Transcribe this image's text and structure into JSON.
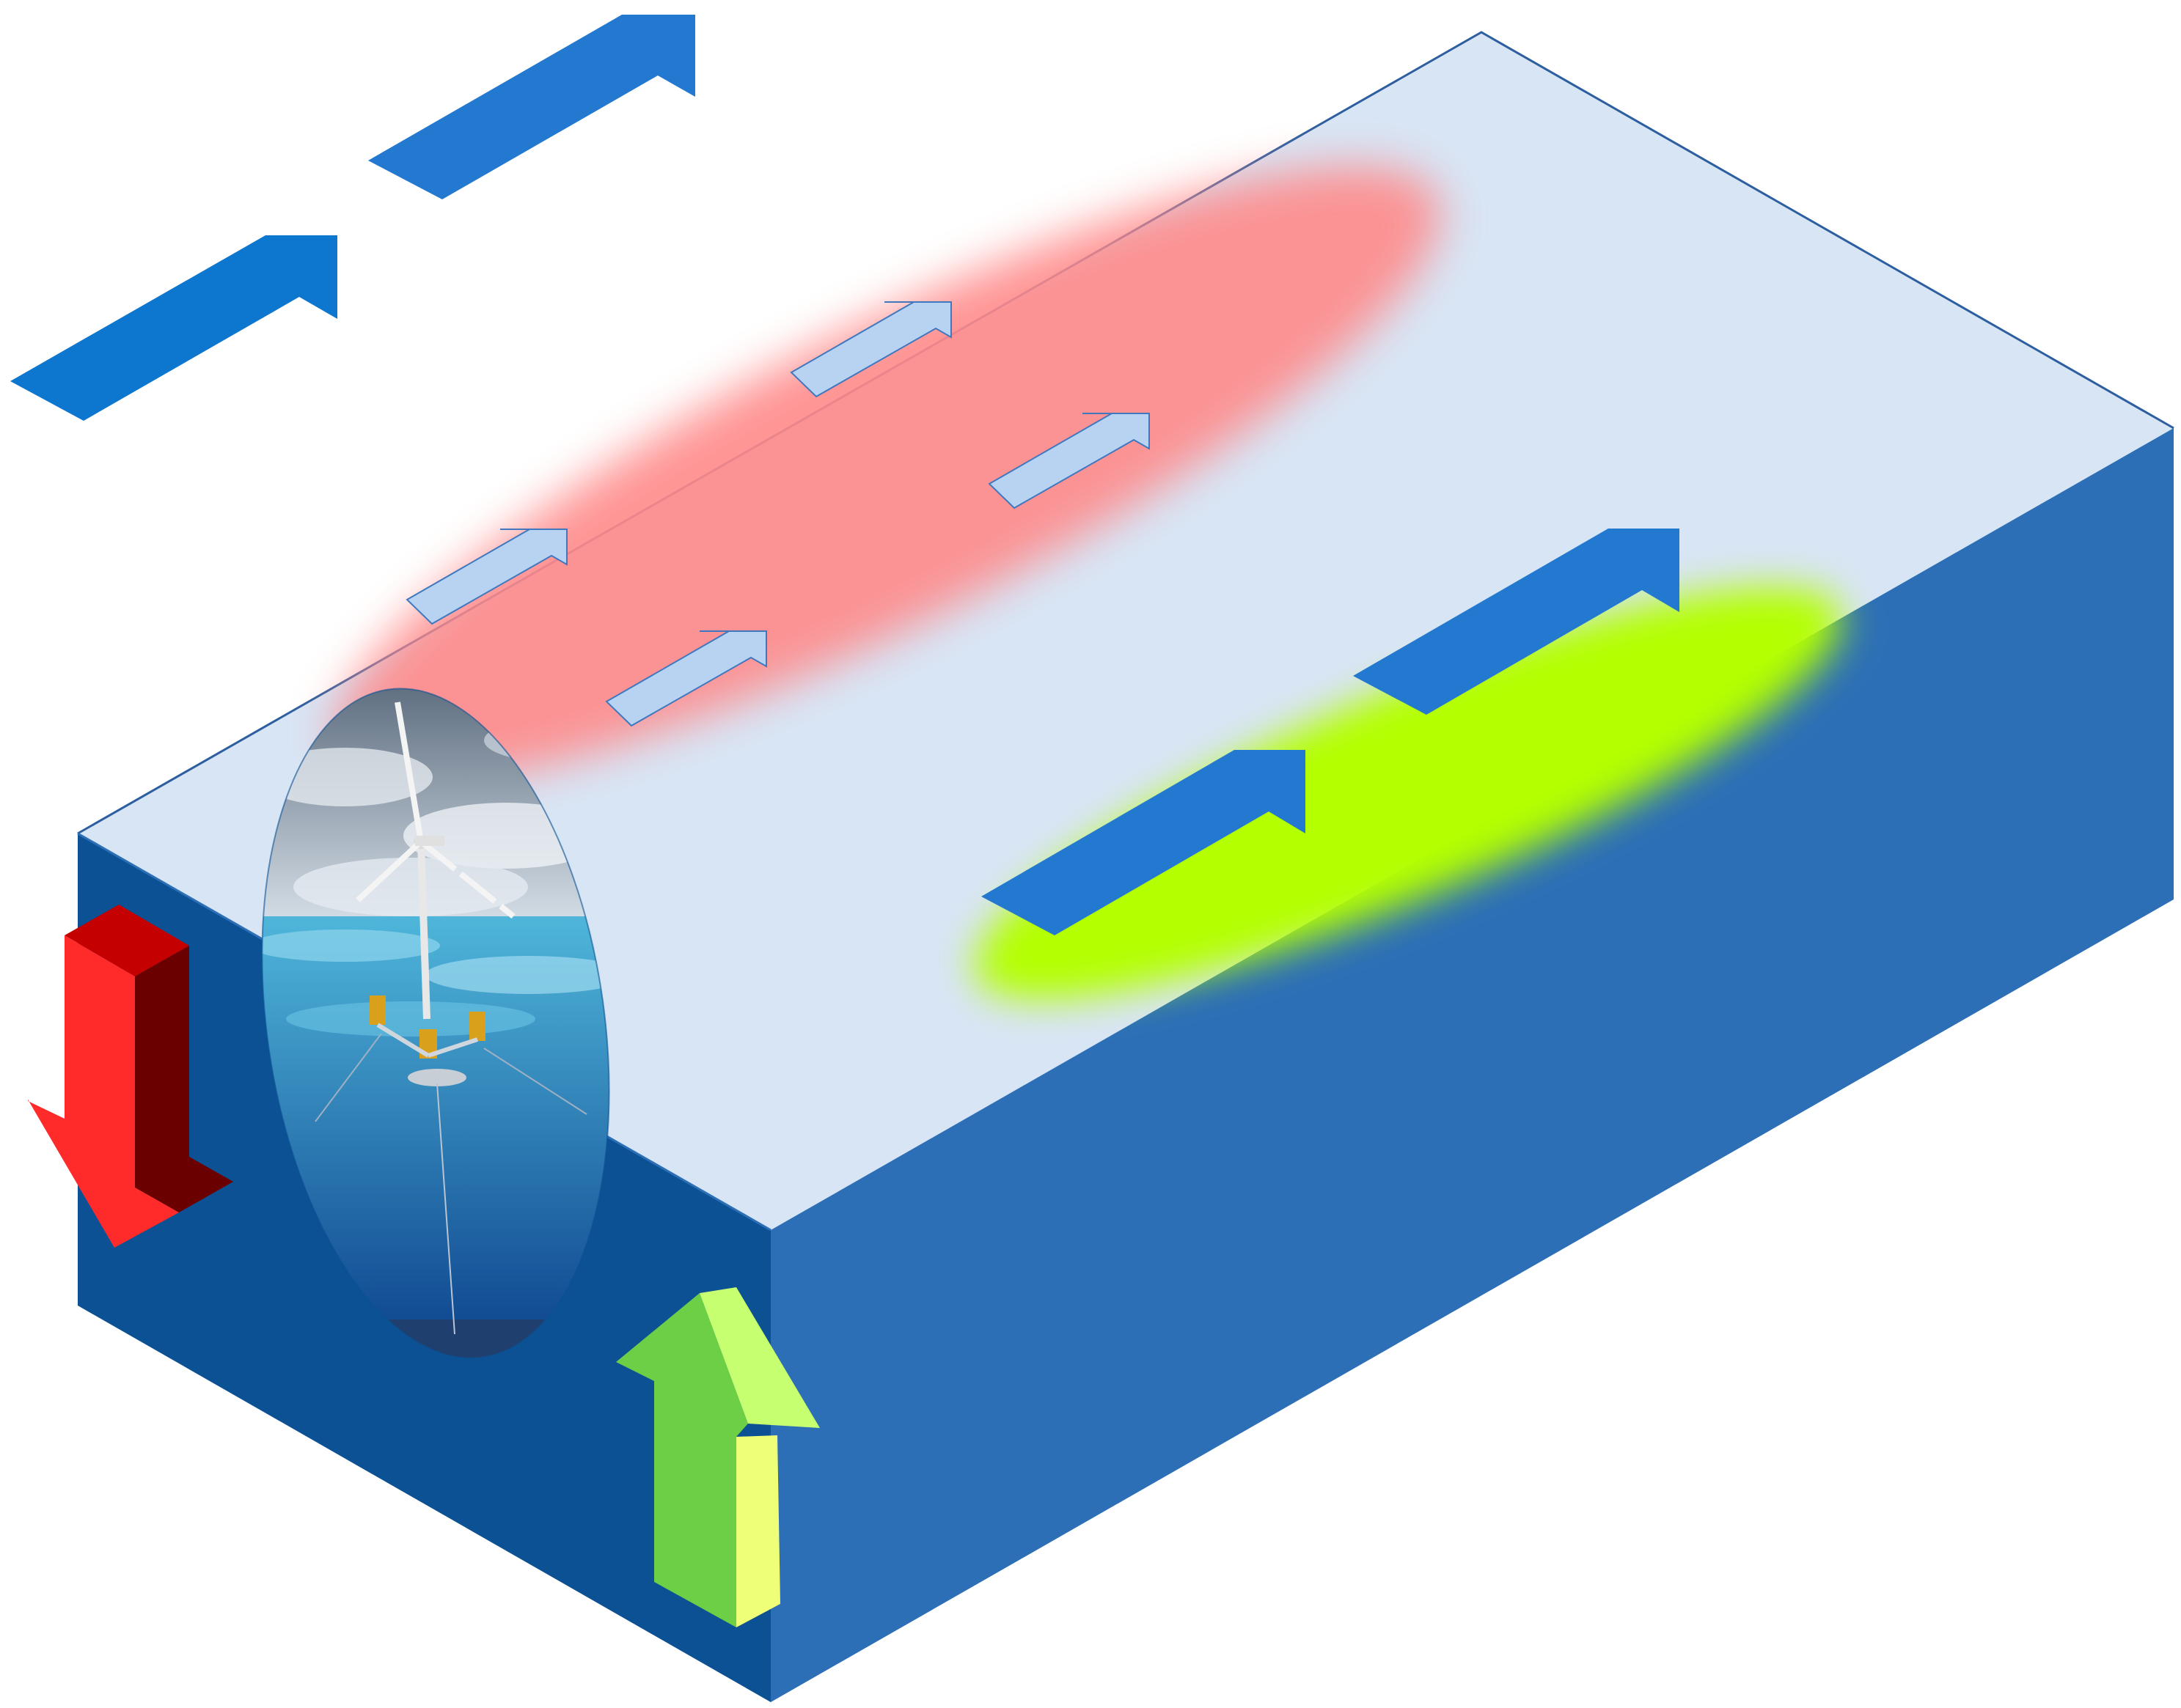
{
  "colors": {
    "background": "#ffffff",
    "box_top": "#d8e5f5",
    "box_front": "#0b5194",
    "box_side": "#2c6fb6",
    "box_edge": "#2d5fa0",
    "wind_arrow_strong": "#2378d0",
    "wind_arrow_strong_alt": "#0d76cf",
    "wind_arrow_weak_fill": "#b8d3f2",
    "wind_arrow_weak_stroke": "#3f78bf",
    "wake_deficit_zone": "#ff8a8a",
    "speedup_zone": "#b4ff00",
    "downward_arrow_front": "#ff2a2a",
    "downward_arrow_side": "#6b0000",
    "downward_arrow_top": "#c40000",
    "upward_arrow_front": "#6ccf45",
    "upward_arrow_side": "#eeff78",
    "upward_arrow_top": "#c6ff70",
    "sky_dark": "#5d6d7f",
    "sky_light": "#d9e2ea",
    "sea_surface": "#4fb6da",
    "sea_deep": "#0a3e8a",
    "turbine_tower": "#e8e8e8",
    "platform": "#d9a11b"
  },
  "elements": {
    "ocean_box": "ocean-box",
    "wake_zone": "wake-deficit-zone",
    "speedup_zone": "speedup-zone",
    "turbine_illustration": "floating-wind-turbine-illustration",
    "icons": [
      "wind-arrow-icon",
      "downward-flow-arrow-icon",
      "upward-flow-arrow-icon",
      "wind-turbine-icon"
    ]
  }
}
